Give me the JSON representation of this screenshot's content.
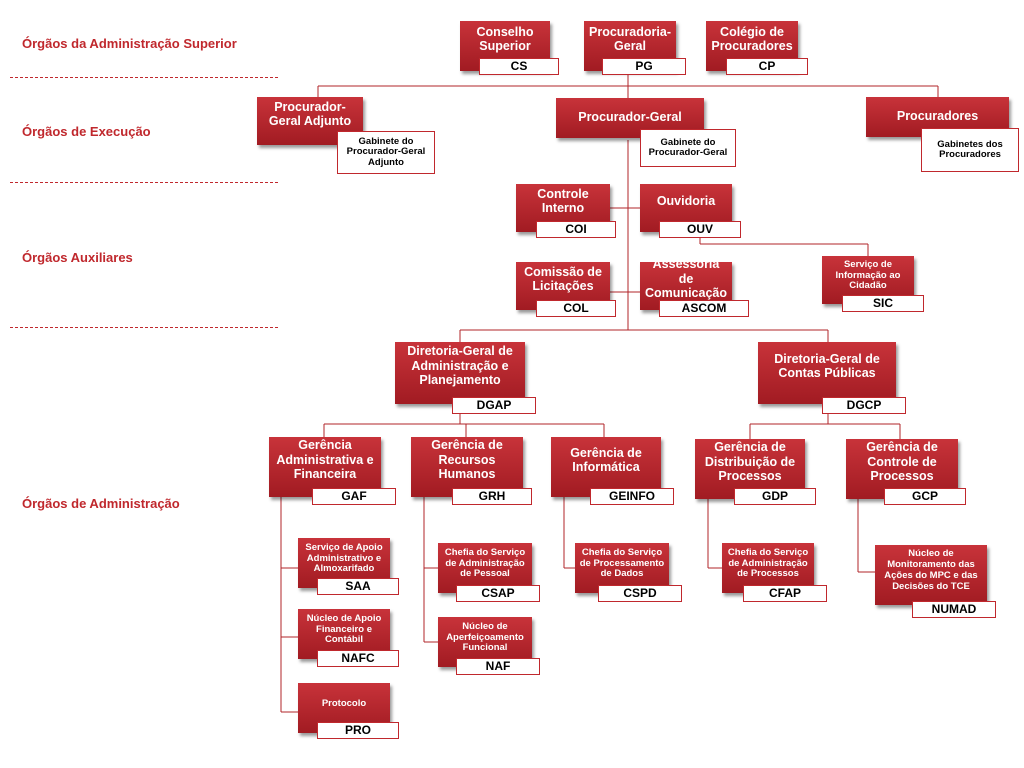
{
  "sections": {
    "superior": "Órgãos da Administração Superior",
    "execucao": "Órgãos de Execução",
    "auxiliares": "Órgãos Auxiliares",
    "administracao": "Órgãos de Administração"
  },
  "units": {
    "cs": {
      "name": "Conselho Superior",
      "abbr": "CS"
    },
    "pg": {
      "name": "Procuradoria-Geral",
      "abbr": "PG"
    },
    "cp": {
      "name": "Colégio de Procuradores",
      "abbr": "CP"
    },
    "pga": {
      "name": "Procurador-Geral Adjunto",
      "note": "Gabinete do Procurador-Geral Adjunto"
    },
    "procgeral": {
      "name": "Procurador-Geral",
      "note": "Gabinete do Procurador-Geral"
    },
    "procuradores": {
      "name": "Procuradores",
      "note": "Gabinetes dos Procuradores"
    },
    "coi": {
      "name": "Controle Interno",
      "abbr": "COI"
    },
    "ouv": {
      "name": "Ouvidoria",
      "abbr": "OUV"
    },
    "sic": {
      "name": "Serviço de Informação ao Cidadão",
      "abbr": "SIC"
    },
    "col": {
      "name": "Comissão de Licitações",
      "abbr": "COL"
    },
    "ascom": {
      "name": "Assessoria de Comunicação",
      "abbr": "ASCOM"
    },
    "dgap": {
      "name": "Diretoria-Geral de Administração e Planejamento",
      "abbr": "DGAP"
    },
    "dgcp": {
      "name": "Diretoria-Geral de Contas Públicas",
      "abbr": "DGCP"
    },
    "gaf": {
      "name": "Gerência Administrativa e Financeira",
      "abbr": "GAF"
    },
    "grh": {
      "name": "Gerência de Recursos Humanos",
      "abbr": "GRH"
    },
    "geinfo": {
      "name": "Gerência de Informática",
      "abbr": "GEINFO"
    },
    "gdp": {
      "name": "Gerência de Distribuição de Processos",
      "abbr": "GDP"
    },
    "gcp": {
      "name": "Gerência de Controle de Processos",
      "abbr": "GCP"
    },
    "saa": {
      "name": "Serviço de Apoio Administrativo e Almoxarifado",
      "abbr": "SAA"
    },
    "nafc": {
      "name": "Núcleo de Apoio Financeiro e Contábil",
      "abbr": "NAFC"
    },
    "pro": {
      "name": "Protocolo",
      "abbr": "PRO"
    },
    "csap": {
      "name": "Chefia do Serviço de Administração de Pessoal",
      "abbr": "CSAP"
    },
    "naf": {
      "name": "Núcleo de Aperfeiçoamento Funcional",
      "abbr": "NAF"
    },
    "cspd": {
      "name": "Chefia do Serviço de Processamento de Dados",
      "abbr": "CSPD"
    },
    "cfap": {
      "name": "Chefia do Serviço de Administração de Processos",
      "abbr": "CFAP"
    },
    "numad": {
      "name": "Núcleo de Monitoramento das Ações do MPC e das Decisões do TCE",
      "abbr": "NUMAD"
    }
  },
  "colors": {
    "box": "#b0242a",
    "line": "#b0242a",
    "label": "#c0282d"
  }
}
